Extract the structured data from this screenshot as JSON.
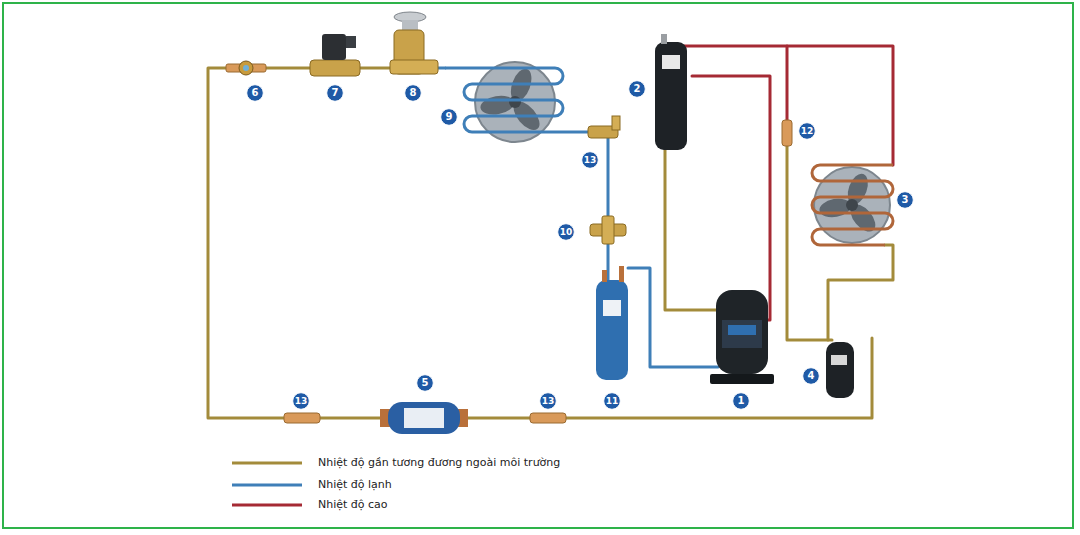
{
  "diagram": {
    "nodes": [
      {
        "text": [
          "6"
        ]
      },
      {
        "text": [
          "7"
        ]
      },
      {
        "text": [
          "8"
        ]
      },
      {
        "text": [
          "2"
        ]
      },
      {
        "text": [
          "9"
        ]
      },
      {
        "text": [
          "12"
        ]
      },
      {
        "text": [
          "13"
        ]
      },
      {
        "text": [
          "3"
        ]
      },
      {
        "text": [
          "10"
        ]
      },
      {
        "text": [
          "4"
        ]
      },
      {
        "text": [
          "5"
        ]
      },
      {
        "text": [
          "13"
        ]
      },
      {
        "text": [
          "13"
        ]
      },
      {
        "text": [
          "11"
        ]
      },
      {
        "text": [
          "1"
        ]
      }
    ],
    "legend": [
      {
        "text": "Nhiệt độ gần tương đương ngoài môi trường"
      },
      {
        "text": "Nhiệt độ lạnh"
      },
      {
        "text": "Nhiệt độ cao"
      }
    ]
  }
}
